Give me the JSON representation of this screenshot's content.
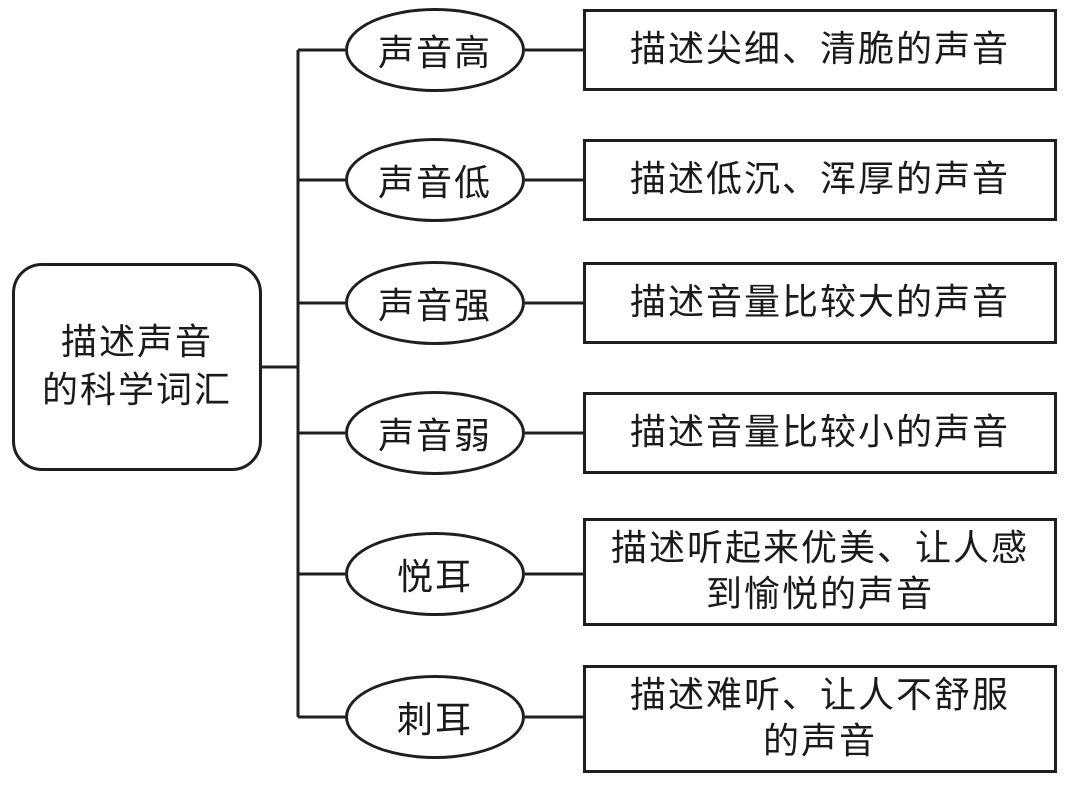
{
  "root": {
    "line1": "描述声音",
    "line2": "的科学词汇"
  },
  "branches": [
    {
      "term": "声音高",
      "desc_line1": "描述尖细、清脆的声音"
    },
    {
      "term": "声音低",
      "desc_line1": "描述低沉、浑厚的声音"
    },
    {
      "term": "声音强",
      "desc_line1": "描述音量比较大的声音"
    },
    {
      "term": "声音弱",
      "desc_line1": "描述音量比较小的声音"
    },
    {
      "term": "悦耳",
      "desc_line1": "描述听起来优美、让人感",
      "desc_line2": "到愉悦的声音"
    },
    {
      "term": "刺耳",
      "desc_line1": "描述难听、让人不舒服",
      "desc_line2": "的声音"
    }
  ]
}
